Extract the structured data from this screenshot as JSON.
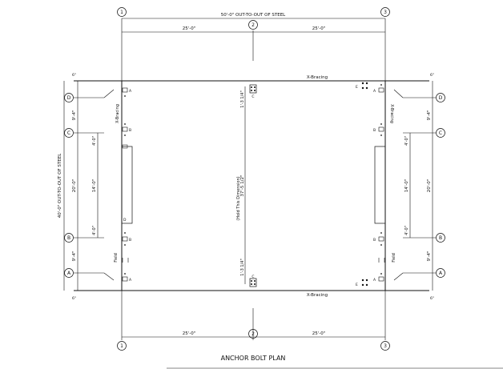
{
  "drawing": {
    "title": "ANCHOR BOLT PLAN",
    "overall_width": "50'-0\" OUT-TO-OUT OF STEEL",
    "overall_depth": "40'-0\" OUT-TO-OUT OF STEEL",
    "bay_top_left": "25'-0\"",
    "bay_top_right": "25'-0\"",
    "bay_bottom_left": "25'-0\"",
    "bay_bottom_right": "25'-0\"",
    "x_bracing_top": "X-Bracing",
    "x_bracing_bottom": "X-Bracing",
    "hold_dimension": "(Hold This Dimension)",
    "dim_top_mid": "1'-3 1/4\"",
    "dim_mid": "37'-5 1/2\"",
    "dim_bottom_mid": "1'-3 1/4\"",
    "field_label": "Field",
    "x_bracing_side": "X-Bracing",
    "left_dims": {
      "top": "9'-4\"",
      "middle": "20'-0\"",
      "bottom": "9'-4\""
    },
    "right_dims": {
      "top": "9'-4\"",
      "middle": "20'-0\"",
      "bottom": "9'-4\""
    },
    "inner_dims": {
      "top": "4'-0\"",
      "middle": "14'-0\"",
      "bottom": "4'-0\""
    },
    "tick_label": "6\""
  },
  "grid": {
    "cols": [
      "1",
      "2",
      "3"
    ],
    "rows": [
      "D",
      "C",
      "B",
      "A"
    ]
  },
  "bolt_tags": {
    "A": "A",
    "B": "B",
    "C": "C",
    "D": "D",
    "E": "E"
  }
}
